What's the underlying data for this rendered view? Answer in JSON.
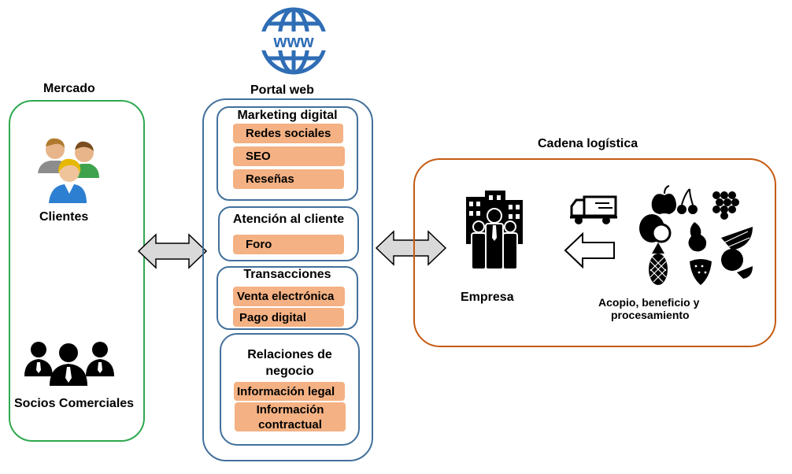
{
  "portal": {
    "title": "Portal web",
    "sections": [
      {
        "heading": "Marketing digital",
        "items": [
          "Redes sociales",
          "SEO",
          "Reseñas"
        ]
      },
      {
        "heading": "Atención  al cliente",
        "items": [
          "Foro"
        ]
      },
      {
        "heading": "Transacciones",
        "items": [
          "Venta electrónica",
          "Pago digital"
        ]
      },
      {
        "heading_line1": "Relaciones  de",
        "heading_line2": "negocio",
        "items": [
          "Información legal"
        ],
        "item_multi_line1": "Información",
        "item_multi_line2": "contractual"
      }
    ]
  },
  "mercado": {
    "title": "Mercado",
    "clientes": "Clientes",
    "socios": "Socios Comerciales"
  },
  "cadena": {
    "title": "Cadena logística",
    "empresa": "Empresa",
    "acopio_line1": "Acopio, beneficio y",
    "acopio_line2": "procesamiento"
  },
  "colors": {
    "mercado_border": "#2ea84f",
    "portal_border": "#42709c",
    "cadena_border": "#c55a11",
    "tag_fill": "#f4b183",
    "www_icon": "#2f6db5",
    "arrow_fill": "#d9d9d9"
  }
}
